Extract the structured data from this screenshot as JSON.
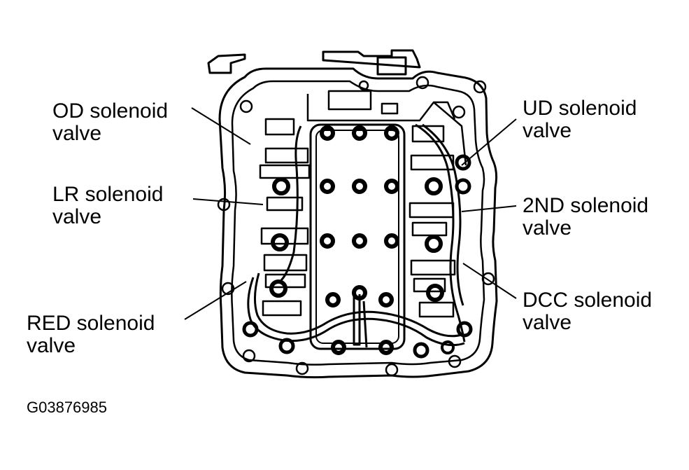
{
  "labels": {
    "od": [
      "OD solenoid",
      "valve"
    ],
    "lr": [
      "LR solenoid",
      "valve"
    ],
    "red": [
      "RED solenoid",
      "valve"
    ],
    "ud": [
      "UD solenoid",
      "valve"
    ],
    "second": [
      "2ND solenoid",
      "valve"
    ],
    "dcc": [
      "DCC solenoid",
      "valve"
    ]
  },
  "figure_id": "G03876985"
}
